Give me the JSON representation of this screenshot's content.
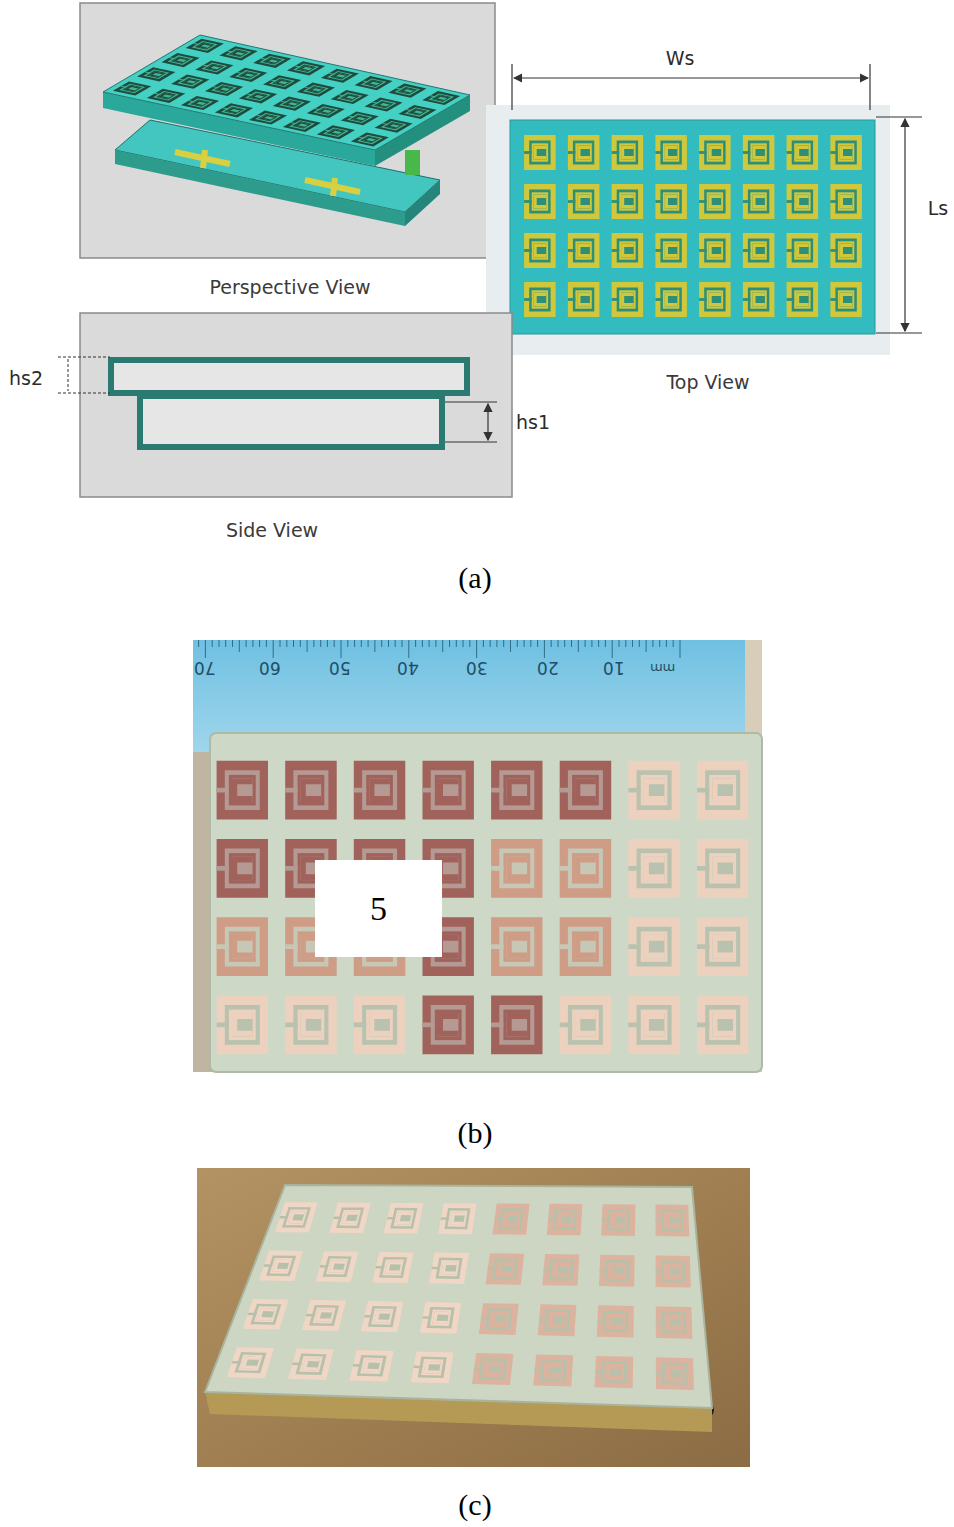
{
  "diagram": {
    "nodes": [
      {
        "text": [
          "5"
        ]
      }
    ],
    "labels": [
      "Ws",
      "Ls",
      "Perspective View",
      "Top View",
      "hs2",
      "hs1",
      "Side View",
      "(a)",
      "70",
      "60",
      "50",
      "40",
      "30",
      "20",
      "10",
      "mm",
      "(b)",
      "(c)"
    ]
  }
}
